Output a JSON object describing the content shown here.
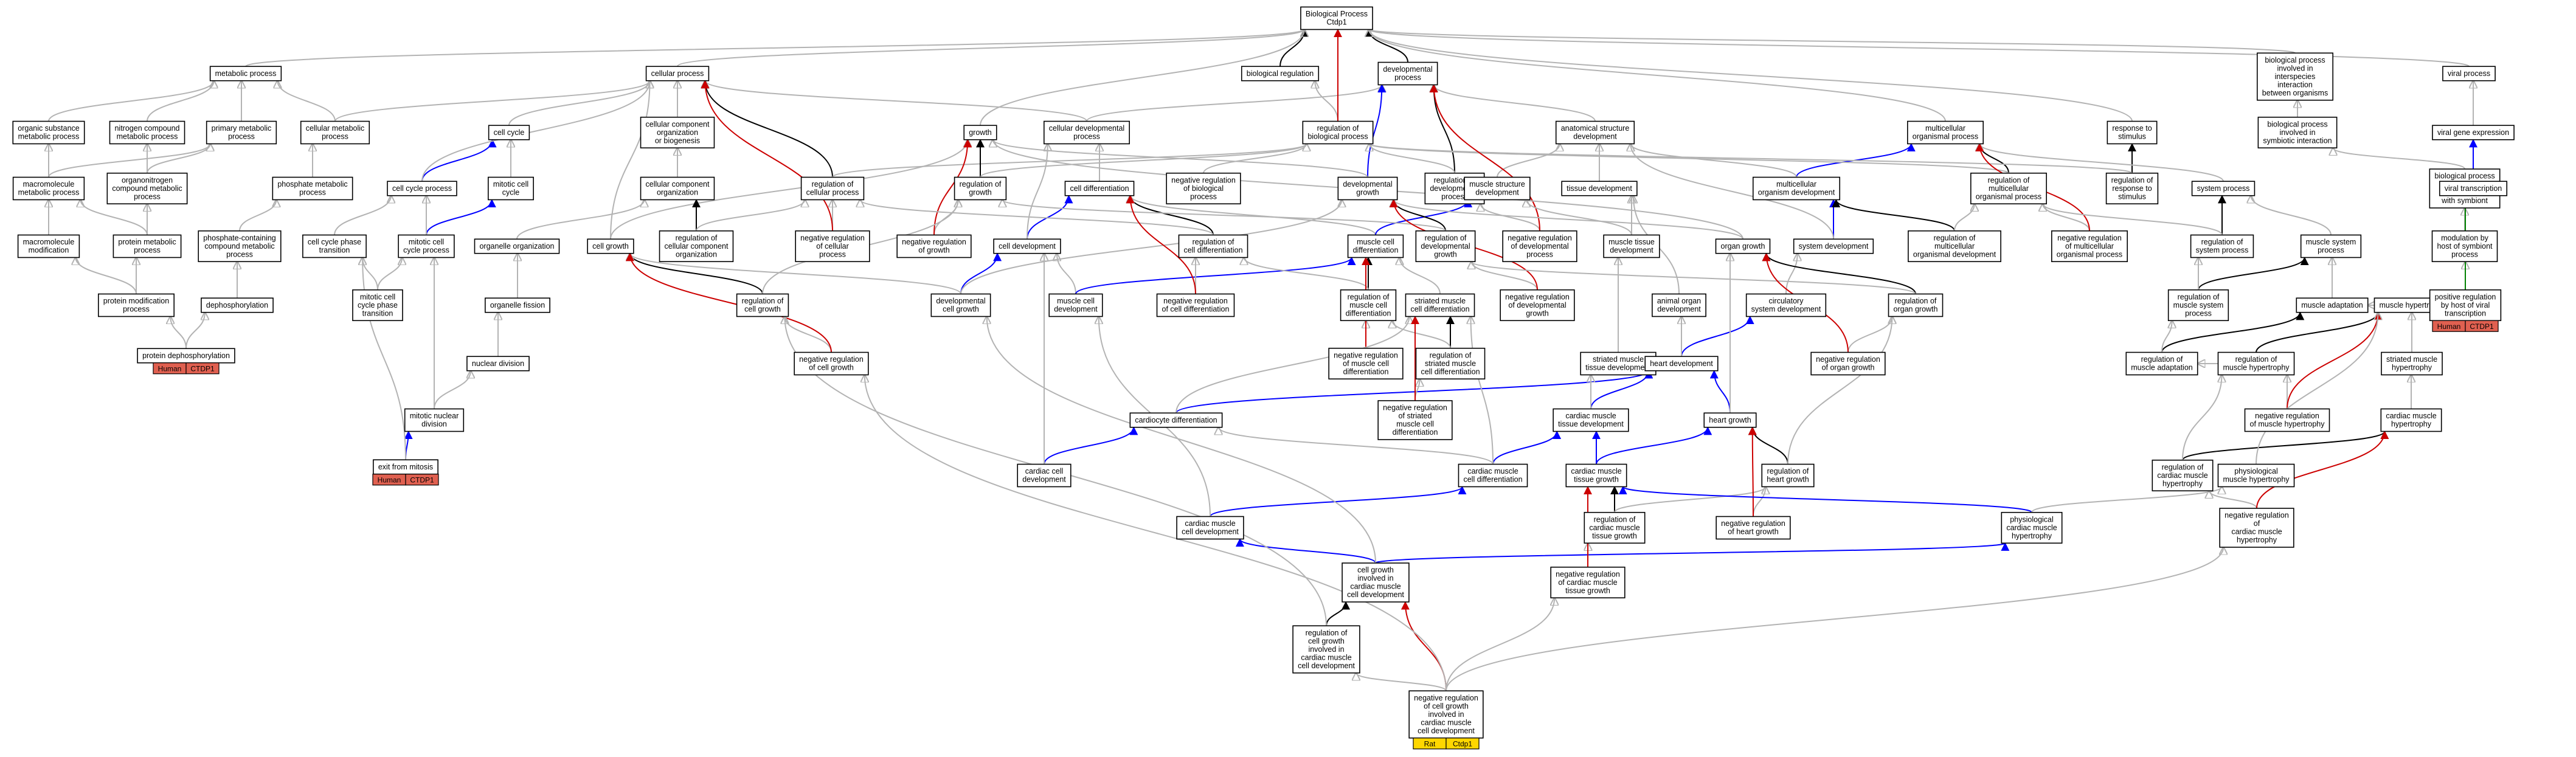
{
  "nodes": {
    "bp": [
      "Biological Process",
      "Ctdp1"
    ],
    "mp": [
      "metabolic process"
    ],
    "cp": [
      "cellular process"
    ],
    "breg": [
      "biological regulation"
    ],
    "dp": [
      "developmental",
      "process"
    ],
    "bpis": [
      "biological process",
      "involved in",
      "interspecies",
      "interaction",
      "between organisms"
    ],
    "vp": [
      "viral process"
    ],
    "osmp": [
      "organic substance",
      "metabolic process"
    ],
    "ncmp": [
      "nitrogen compound",
      "metabolic process"
    ],
    "pmp": [
      "primary metabolic",
      "process"
    ],
    "cmp": [
      "cellular metabolic",
      "process"
    ],
    "cc": [
      "cell cycle"
    ],
    "ccob": [
      "cellular component",
      "organization",
      "or biogenesis"
    ],
    "growth": [
      "growth"
    ],
    "cdp": [
      "cellular developmental",
      "process"
    ],
    "rbp": [
      "regulation of",
      "biological process"
    ],
    "asd": [
      "anatomical structure",
      "development"
    ],
    "mod": [
      "multicellular",
      "organismal process"
    ],
    "rts": [
      "response to",
      "stimulus"
    ],
    "bpsi": [
      "biological process",
      "involved in",
      "symbiotic interaction"
    ],
    "vge": [
      "viral gene expression"
    ],
    "mp2": [
      "macromolecule",
      "metabolic process"
    ],
    "ocmp": [
      "organonitrogen",
      "compound metabolic",
      "process"
    ],
    "phmp": [
      "phosphate metabolic",
      "process"
    ],
    "ccp": [
      "cell cycle process"
    ],
    "mcc": [
      "mitotic cell",
      "cycle"
    ],
    "cco": [
      "cellular component",
      "organization"
    ],
    "rcp": [
      "regulation of",
      "cellular process"
    ],
    "rog": [
      "regulation of",
      "growth"
    ],
    "cdiff": [
      "cell differentiation"
    ],
    "nrbp": [
      "negative regulation",
      "of biological",
      "process"
    ],
    "devg": [
      "developmental",
      "growth"
    ],
    "rdp": [
      "regulation of",
      "developmental",
      "process"
    ],
    "msd": [
      "muscle structure",
      "development"
    ],
    "td": [
      "tissue development"
    ],
    "mod2": [
      "multicellular",
      "organism development"
    ],
    "rmp": [
      "regulation of",
      "multicellular",
      "organismal process"
    ],
    "rrs": [
      "regulation of",
      "response to",
      "stimulus"
    ],
    "sp": [
      "system process"
    ],
    "bpihs": [
      "biological process",
      "involved in",
      "interaction",
      "with symbiont"
    ],
    "vt": [
      "viral transcription"
    ],
    "mm": [
      "macromolecule",
      "modification"
    ],
    "prmp": [
      "protein metabolic",
      "process"
    ],
    "pccmp": [
      "phosphate-containing",
      "compound metabolic",
      "process"
    ],
    "ccpt": [
      "cell cycle phase",
      "transition"
    ],
    "mccp": [
      "mitotic cell",
      "cycle process"
    ],
    "oo": [
      "organelle organization"
    ],
    "cg": [
      "cell growth"
    ],
    "rcco": [
      "regulation of",
      "cellular component",
      "organization"
    ],
    "nrcp": [
      "negative regulation",
      "of cellular",
      "process"
    ],
    "nrg": [
      "negative regulation",
      "of growth"
    ],
    "cd": [
      "cell development"
    ],
    "rcd": [
      "regulation of",
      "cell differentiation"
    ],
    "mcd": [
      "muscle cell",
      "differentiation"
    ],
    "rdg": [
      "regulation of",
      "developmental",
      "growth"
    ],
    "nrdp": [
      "negative regulation",
      "of developmental",
      "process"
    ],
    "mtd": [
      "muscle tissue",
      "development"
    ],
    "og": [
      "organ growth"
    ],
    "sd": [
      "system development"
    ],
    "rmod": [
      "regulation of",
      "multicellular",
      "organismal development"
    ],
    "nrmp": [
      "negative regulation",
      "of multicellular",
      "organismal process"
    ],
    "rsp": [
      "regulation of",
      "system process"
    ],
    "msp": [
      "muscle system",
      "process"
    ],
    "mhs": [
      "modulation by",
      "host of symbiont",
      "process"
    ],
    "pm": [
      "protein modification",
      "process"
    ],
    "deph": [
      "dephosphorylation"
    ],
    "mccpt": [
      "mitotic cell",
      "cycle phase",
      "transition"
    ],
    "of": [
      "organelle fission"
    ],
    "rcg": [
      "regulation of",
      "cell growth"
    ],
    "dcg": [
      "developmental",
      "cell growth"
    ],
    "mcdev": [
      "muscle cell",
      "development"
    ],
    "nrcd": [
      "negative regulation",
      "of cell differentiation"
    ],
    "rmcd": [
      "regulation of",
      "muscle cell",
      "differentiation"
    ],
    "smcd": [
      "striated muscle",
      "cell differentiation"
    ],
    "nrdg": [
      "negative regulation",
      "of developmental",
      "growth"
    ],
    "aod": [
      "animal organ",
      "development"
    ],
    "csd": [
      "circulatory",
      "system development"
    ],
    "rog2": [
      "regulation of",
      "organ growth"
    ],
    "rmsp": [
      "regulation of",
      "muscle system",
      "process"
    ],
    "ma": [
      "muscle adaptation"
    ],
    "mh": [
      "muscle hypertrophy"
    ],
    "prvt": [
      "positive regulation",
      "by host of viral",
      "transcription"
    ],
    "pd": [
      "protein dephosphorylation"
    ],
    "nd": [
      "nuclear division"
    ],
    "nrcg": [
      "negative regulation",
      "of cell growth"
    ],
    "nrmcd": [
      "negative regulation",
      "of muscle cell",
      "differentiation"
    ],
    "rsmcd": [
      "regulation of",
      "striated muscle",
      "cell differentiation"
    ],
    "smtd": [
      "striated muscle",
      "tissue development"
    ],
    "hd": [
      "heart development"
    ],
    "nrog": [
      "negative regulation",
      "of organ growth"
    ],
    "rma": [
      "regulation of",
      "muscle adaptation"
    ],
    "rmh": [
      "regulation of",
      "muscle hypertrophy"
    ],
    "smh": [
      "striated muscle",
      "hypertrophy"
    ],
    "mnd": [
      "mitotic nuclear",
      "division"
    ],
    "cardd": [
      "cardiocyte differentiation"
    ],
    "nrsmcd": [
      "negative regulation",
      "of striated",
      "muscle cell",
      "differentiation"
    ],
    "cmtd": [
      "cardiac muscle",
      "tissue development"
    ],
    "hg": [
      "heart growth"
    ],
    "nrmh": [
      "negative regulation",
      "of muscle hypertrophy"
    ],
    "cmh": [
      "cardiac muscle",
      "hypertrophy"
    ],
    "efm": [
      "exit from mitosis"
    ],
    "ccd": [
      "cardiac cell",
      "development"
    ],
    "cmcd": [
      "cardiac muscle",
      "cell differentiation"
    ],
    "cmtg": [
      "cardiac muscle",
      "tissue growth"
    ],
    "rhg": [
      "regulation of",
      "heart growth"
    ],
    "rcmh": [
      "regulation of",
      "cardiac muscle",
      "hypertrophy"
    ],
    "pmh": [
      "physiological",
      "muscle hypertrophy"
    ],
    "cmcdev": [
      "cardiac muscle",
      "cell development"
    ],
    "rcmtg": [
      "regulation of",
      "cardiac muscle",
      "tissue growth"
    ],
    "nrhg": [
      "negative regulation",
      "of heart growth"
    ],
    "pcmh": [
      "physiological",
      "cardiac muscle",
      "hypertrophy"
    ],
    "nrcmh": [
      "negative regulation",
      "of",
      "cardiac muscle",
      "hypertrophy"
    ],
    "cgcm": [
      "cell growth",
      "involved in",
      "cardiac muscle",
      "cell development"
    ],
    "nrcmtg": [
      "negative regulation",
      "of cardiac muscle",
      "tissue growth"
    ],
    "rcgcm": [
      "regulation of",
      "cell growth",
      "involved in",
      "cardiac muscle",
      "cell development"
    ],
    "nrcgcm": [
      "negative regulation",
      "of cell growth",
      "involved in",
      "cardiac muscle",
      "cell development"
    ]
  },
  "annotations": [
    {
      "node": "pd",
      "species": "Human",
      "gene": "CTDP1"
    },
    {
      "node": "efm",
      "species": "Human",
      "gene": "CTDP1"
    },
    {
      "node": "prvt",
      "species": "Human",
      "gene": "CTDP1"
    },
    {
      "node": "nrcgcm",
      "species": "Rat",
      "gene": "Ctdp1"
    }
  ],
  "colors": {
    "is_a_edge": "#b3b3b3",
    "part_of_edge": "#000000",
    "positively_regulates_edge": "#0000ff",
    "negatively_regulates_edge": "#cc0000",
    "regulates_edge": "#008000",
    "human_annotation": "#e06050",
    "rat_annotation": "#ffd700"
  }
}
